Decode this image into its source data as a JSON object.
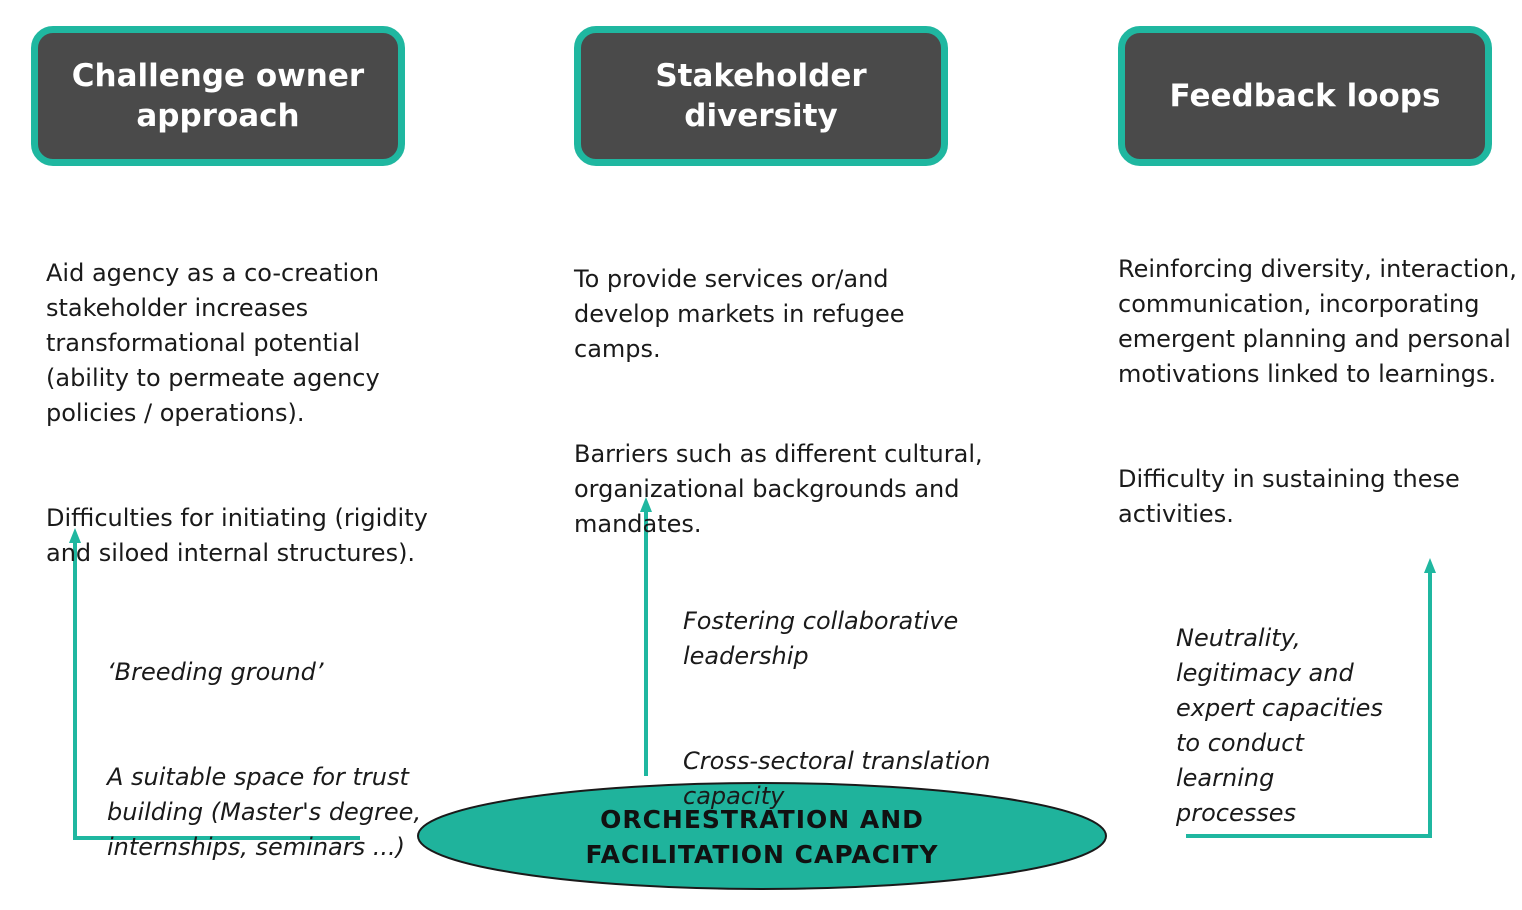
{
  "colors": {
    "accent": "#1fb7a0",
    "box_fill": "#4a4a4a",
    "ellipse_fill": "#1fb39c"
  },
  "columns": [
    {
      "header": "Challenge owner\napproach",
      "description": [
        "Aid agency as a co-creation\nstakeholder increases\ntransformational potential\n(ability to permeate agency\npolicies / operations).",
        "Difficulties for initiating (rigidity\nand siloed internal structures)."
      ],
      "enablers": [
        "‘Breeding ground’",
        "A suitable space for trust\nbuilding (Master's degree,\ninternships, seminars ...)"
      ]
    },
    {
      "header": "Stakeholder diversity",
      "description": [
        "To provide services or/and\ndevelop markets in refugee\ncamps.",
        "Barriers such as different cultural,\norganizational backgrounds and\nmandates."
      ],
      "enablers": [
        "Fostering collaborative\nleadership",
        "Cross-sectoral translation\ncapacity"
      ]
    },
    {
      "header": "Feedback loops",
      "description": [
        "Reinforcing diversity, interaction,\ncommunication, incorporating\nemergent planning and personal\nmotivations linked to learnings.",
        "Difficulty in sustaining these\nactivities."
      ],
      "enablers": [
        "Neutrality,\nlegitimacy and\nexpert capacities\nto conduct\nlearning\nprocesses"
      ]
    }
  ],
  "center": {
    "label": "ORCHESTRATION AND\nFACILITATION CAPACITY"
  }
}
